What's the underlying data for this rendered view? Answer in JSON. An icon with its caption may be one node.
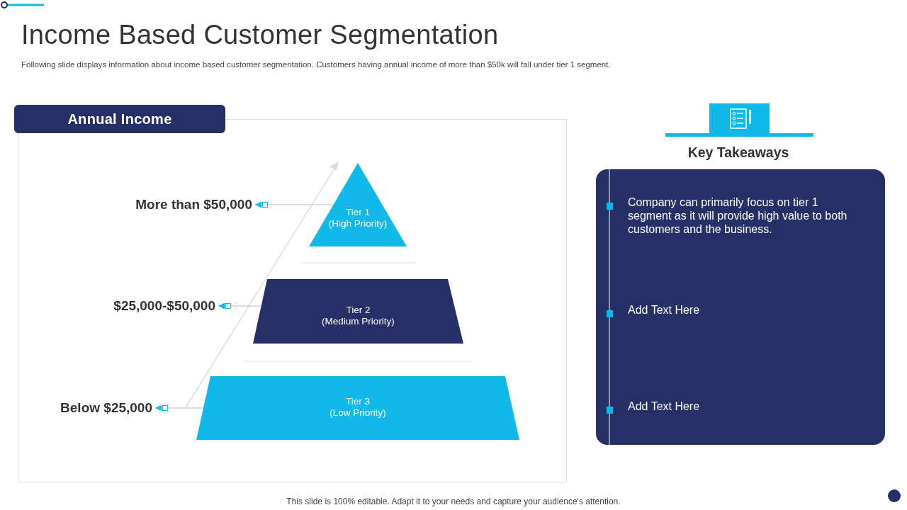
{
  "diagram": {
    "title": "Income Based Customer Segmentation",
    "caption": "This slide is 100% editable. Adapt it to your needs and capture your audience's attention.",
    "nodes": [
      {
        "text": [
          "Annual Income"
        ]
      },
      {
        "text": [
          "Tier 1 (High Priority)"
        ],
        "in": 0
      },
      {
        "text": [
          "Tier  2 (Medium Priority)"
        ],
        "in": 0
      },
      {
        "text": [
          "Tier  3 (Low Priority)"
        ],
        "in": 0
      },
      {
        "text": [
          "More than $50,000"
        ],
        "in": 0
      },
      {
        "text": [
          "$25,000-$50,000"
        ],
        "in": 0
      },
      {
        "text": [
          "Below $25,000"
        ],
        "in": 0
      },
      {
        "text": [
          "Key Takeaways",
          "Company can primarily focus on tier 1 segment as it will provide high value to both customers and the business.",
          "Add Text Here",
          "Add Text Here"
        ]
      }
    ],
    "edges": [
      {
        "from": 1,
        "to": 4,
        "arrow": "to"
      },
      {
        "from": 2,
        "to": 5,
        "arrow": "to"
      },
      {
        "from": 3,
        "to": 6,
        "arrow": "to"
      }
    ],
    "labels": [
      "Following slide displays information about income based customer segmentation. Customers having annual income of more than $50k will fall under tier 1 segment."
    ]
  }
}
